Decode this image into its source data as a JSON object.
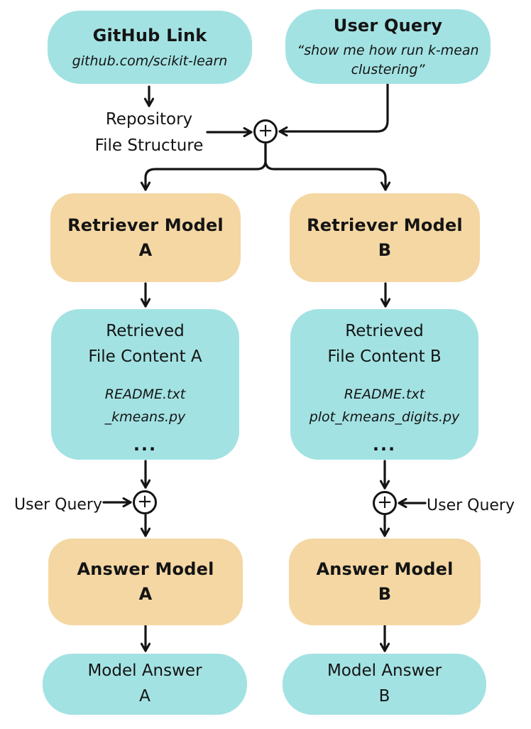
{
  "colors": {
    "teal": "#a3e2e3",
    "orange": "#f4d7a3",
    "line": "#141414",
    "background": "#ffffff"
  },
  "sources": {
    "github_link": {
      "title": "GitHub Link",
      "subtitle": "github.com/scikit-learn"
    },
    "user_query": {
      "title": "User Query",
      "subtitle": "“show me how run k-mean clustering”"
    }
  },
  "repository_label": {
    "line1": "Repository",
    "line2": "File Structure"
  },
  "plus_symbol": "+",
  "side_query_label": "User Query",
  "pipelines": {
    "a": {
      "retriever_title": "Retriever Model",
      "retriever_variant": "A",
      "retrieved_line1": "Retrieved",
      "retrieved_line2": "File Content A",
      "files": [
        "README.txt",
        "_kmeans.py"
      ],
      "ellipsis": "...",
      "answer_title": "Answer Model",
      "answer_variant": "A",
      "result_title": "Model Answer",
      "result_variant": "A"
    },
    "b": {
      "retriever_title": "Retriever Model",
      "retriever_variant": "B",
      "retrieved_line1": "Retrieved",
      "retrieved_line2": "File Content B",
      "files": [
        "README.txt",
        "plot_kmeans_digits.py"
      ],
      "ellipsis": "...",
      "answer_title": "Answer Model",
      "answer_variant": "B",
      "result_title": "Model Answer",
      "result_variant": "B"
    }
  }
}
